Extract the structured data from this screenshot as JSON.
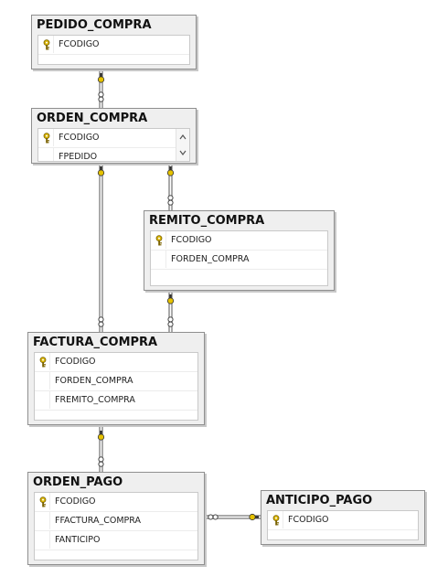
{
  "tables": {
    "pedido_compra": {
      "name": "PEDIDO_COMPRA",
      "columns": [
        "FCODIGO"
      ]
    },
    "orden_compra": {
      "name": "ORDEN_COMPRA",
      "columns": [
        "FCODIGO",
        "FPEDIDO"
      ]
    },
    "remito_compra": {
      "name": "REMITO_COMPRA",
      "columns": [
        "FCODIGO",
        "FORDEN_COMPRA"
      ]
    },
    "factura_compra": {
      "name": "FACTURA_COMPRA",
      "columns": [
        "FCODIGO",
        "FORDEN_COMPRA",
        "FREMITO_COMPRA"
      ]
    },
    "orden_pago": {
      "name": "ORDEN_PAGO",
      "columns": [
        "FCODIGO",
        "FFACTURA_COMPRA",
        "FANTICIPO"
      ]
    },
    "anticipo_pago": {
      "name": "ANTICIPO_PAGO",
      "columns": [
        "FCODIGO"
      ]
    }
  },
  "colors": {
    "header_bg": "#efefef",
    "border": "#8f8f8f",
    "key": "#d8b400",
    "line": "#555555"
  }
}
